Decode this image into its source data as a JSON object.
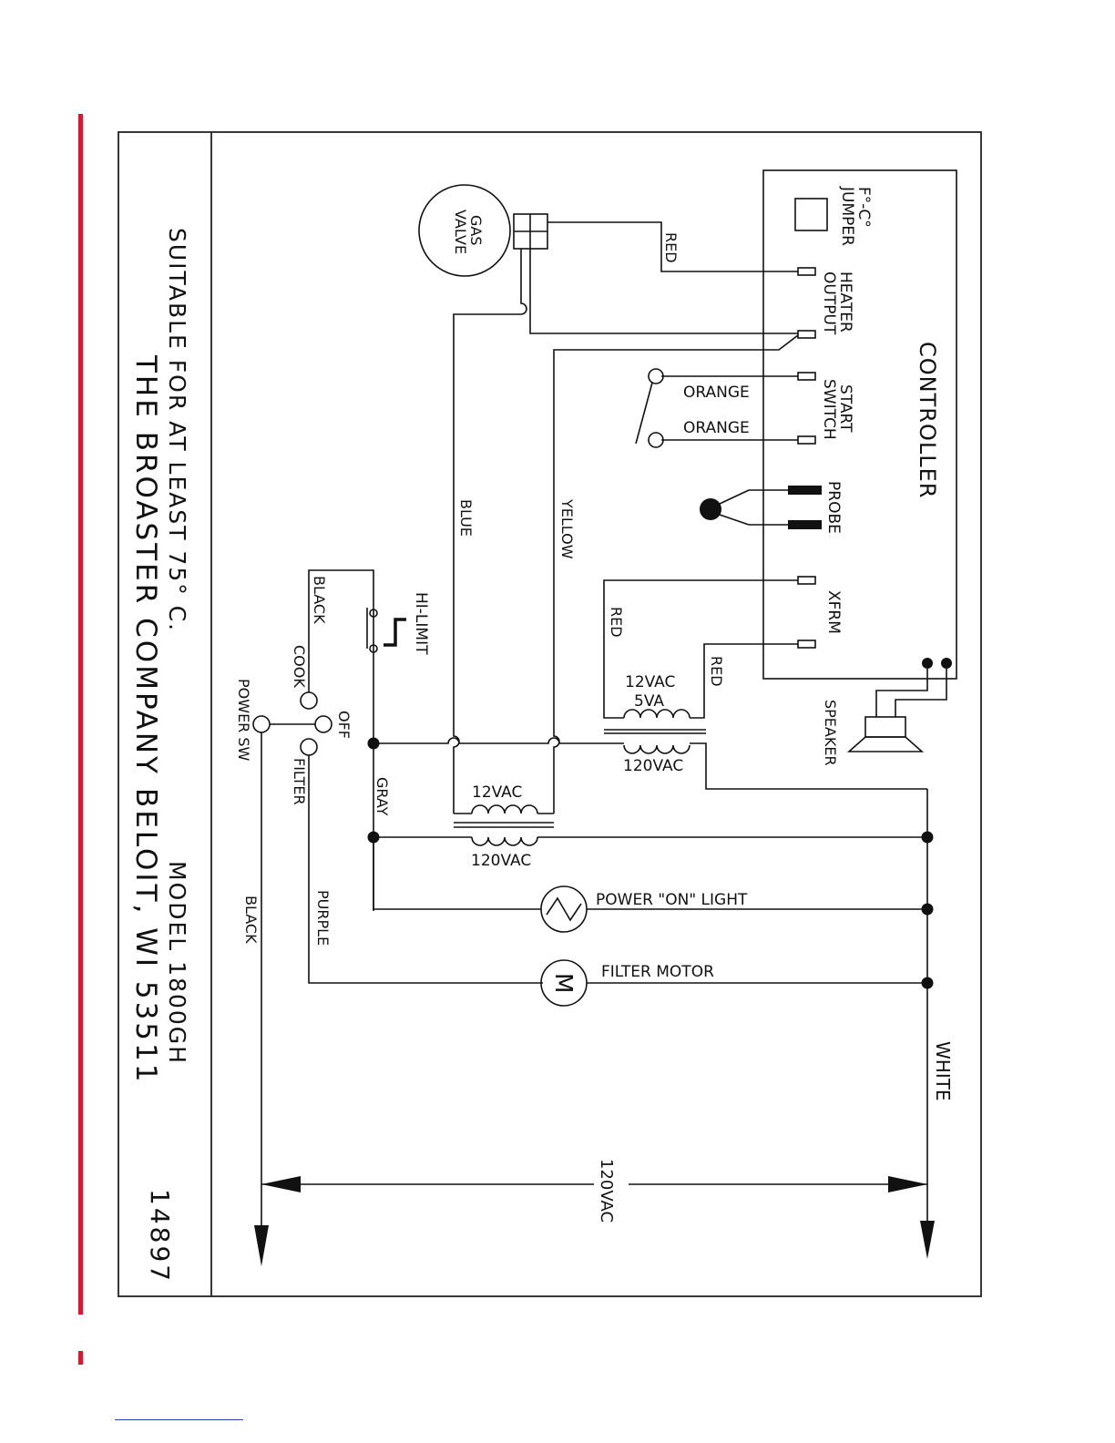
{
  "colors": {
    "accent_bar": "#e8112d",
    "footer_rule": "#2a3fb5",
    "ink": "#111111"
  },
  "title_block": {
    "line1": "SUITABLE FOR AT LEAST 75° C.",
    "line2": "THE BROASTER COMPANY",
    "model": "MODEL 1800GH",
    "city": "BELOIT, WI 53511",
    "number": "14897"
  },
  "controller": {
    "title": "CONTROLLER",
    "jumper_line1": "F°-C°",
    "jumper_line2": "JUMPER",
    "heater_line1": "HEATER",
    "heater_line2": "OUTPUT",
    "start_line1": "START",
    "start_line2": "SWITCH",
    "probe": "PROBE",
    "xfrm": "XFRM"
  },
  "labels": {
    "gas_line1": "GAS",
    "gas_line2": "VALVE",
    "red_gas": "RED",
    "orange1": "ORANGE",
    "orange2": "ORANGE",
    "blue": "BLUE",
    "yellow": "YELLOW",
    "hi_limit": "HI-LIMIT",
    "black_top": "BLACK",
    "cook": "COOK",
    "off": "OFF",
    "filter": "FILTER",
    "power_sw": "POWER SW",
    "gray": "GRAY",
    "xfrm_red_left": "RED",
    "xfrm_red_right": "RED",
    "xfrm_sec_v": "12VAC",
    "xfrm_sec_va": "5VA",
    "xfrm_pri": "120VAC",
    "speaker": "SPEAKER",
    "tr2_sec": "12VAC",
    "tr2_pri": "120VAC",
    "power_light": "POWER \"ON\" LIGHT",
    "motor_symbol": "M",
    "filter_motor": "FILTER MOTOR",
    "purple": "PURPLE",
    "black_bottom": "BLACK",
    "white": "WHITE",
    "supply": "120VAC"
  }
}
